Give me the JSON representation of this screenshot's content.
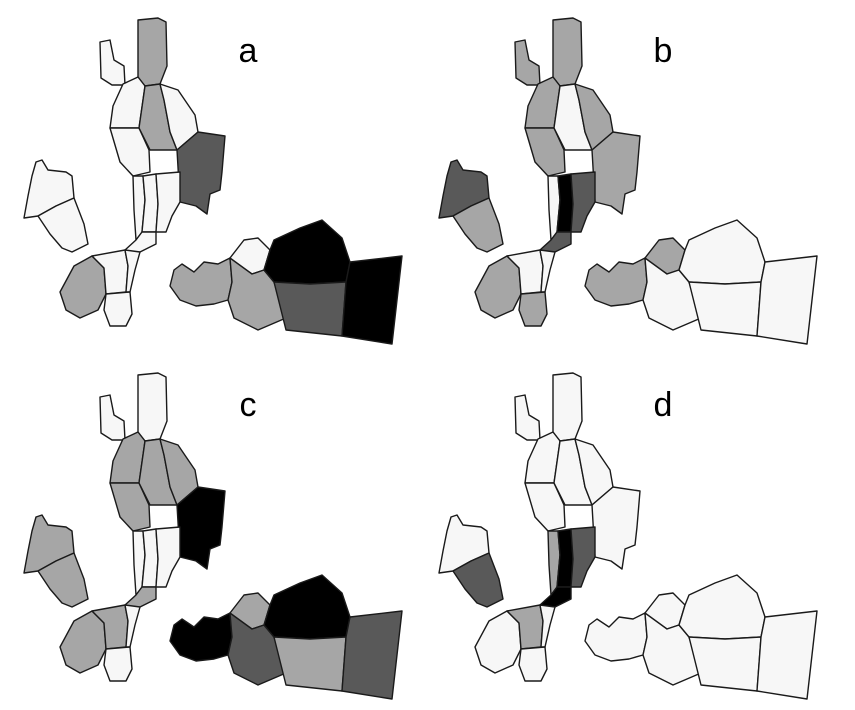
{
  "figure": {
    "panels": [
      {
        "label": "a",
        "shades": {
          "nw_island": "white",
          "cap": "gray",
          "north": "white",
          "mid_left": "white",
          "mid_center": "gray",
          "mid_right": "white",
          "east": "dark",
          "col1": "white",
          "col2": "white",
          "col3": "white",
          "stem": "white",
          "sw_west": "gray",
          "sw_mid": "white",
          "sw_east": "white",
          "sw_south": "white",
          "west_island": "white",
          "west_island_s": "white",
          "e_tail": "gray",
          "e_knob": "white",
          "e_mid": "gray",
          "e_blob": "black",
          "e_center": "dark",
          "e_right": "black"
        }
      },
      {
        "label": "b",
        "shades": {
          "nw_island": "gray",
          "cap": "gray",
          "north": "gray",
          "mid_left": "gray",
          "mid_center": "white",
          "mid_right": "gray",
          "east": "gray",
          "col1": "white",
          "col2": "black",
          "col3": "dark",
          "stem": "dark",
          "sw_west": "gray",
          "sw_mid": "white",
          "sw_east": "white",
          "sw_south": "gray",
          "west_island": "dark",
          "west_island_s": "gray",
          "e_tail": "gray",
          "e_knob": "gray",
          "e_mid": "white",
          "e_blob": "white",
          "e_center": "white",
          "e_right": "white"
        }
      },
      {
        "label": "c",
        "shades": {
          "nw_island": "white",
          "cap": "white",
          "north": "gray",
          "mid_left": "gray",
          "mid_center": "gray",
          "mid_right": "gray",
          "east": "black",
          "col1": "white",
          "col2": "white",
          "col3": "white",
          "stem": "gray",
          "sw_west": "gray",
          "sw_mid": "gray",
          "sw_east": "white",
          "sw_south": "white",
          "west_island": "gray",
          "west_island_s": "gray",
          "e_tail": "black",
          "e_knob": "gray",
          "e_mid": "dark",
          "e_blob": "black",
          "e_center": "gray",
          "e_right": "dark"
        }
      },
      {
        "label": "d",
        "shades": {
          "nw_island": "white",
          "cap": "white",
          "north": "white",
          "mid_left": "white",
          "mid_center": "white",
          "mid_right": "white",
          "east": "white",
          "col1": "gray",
          "col2": "black",
          "col3": "dark",
          "stem": "black",
          "sw_west": "white",
          "sw_mid": "gray",
          "sw_east": "white",
          "sw_south": "white",
          "west_island": "white",
          "west_island_s": "dark",
          "e_tail": "white",
          "e_knob": "white",
          "e_mid": "white",
          "e_blob": "white",
          "e_center": "white",
          "e_right": "white"
        }
      }
    ],
    "colors": {
      "white": "#f7f7f7",
      "gray": "#a6a6a6",
      "dark": "#595959",
      "black": "#000000"
    }
  }
}
